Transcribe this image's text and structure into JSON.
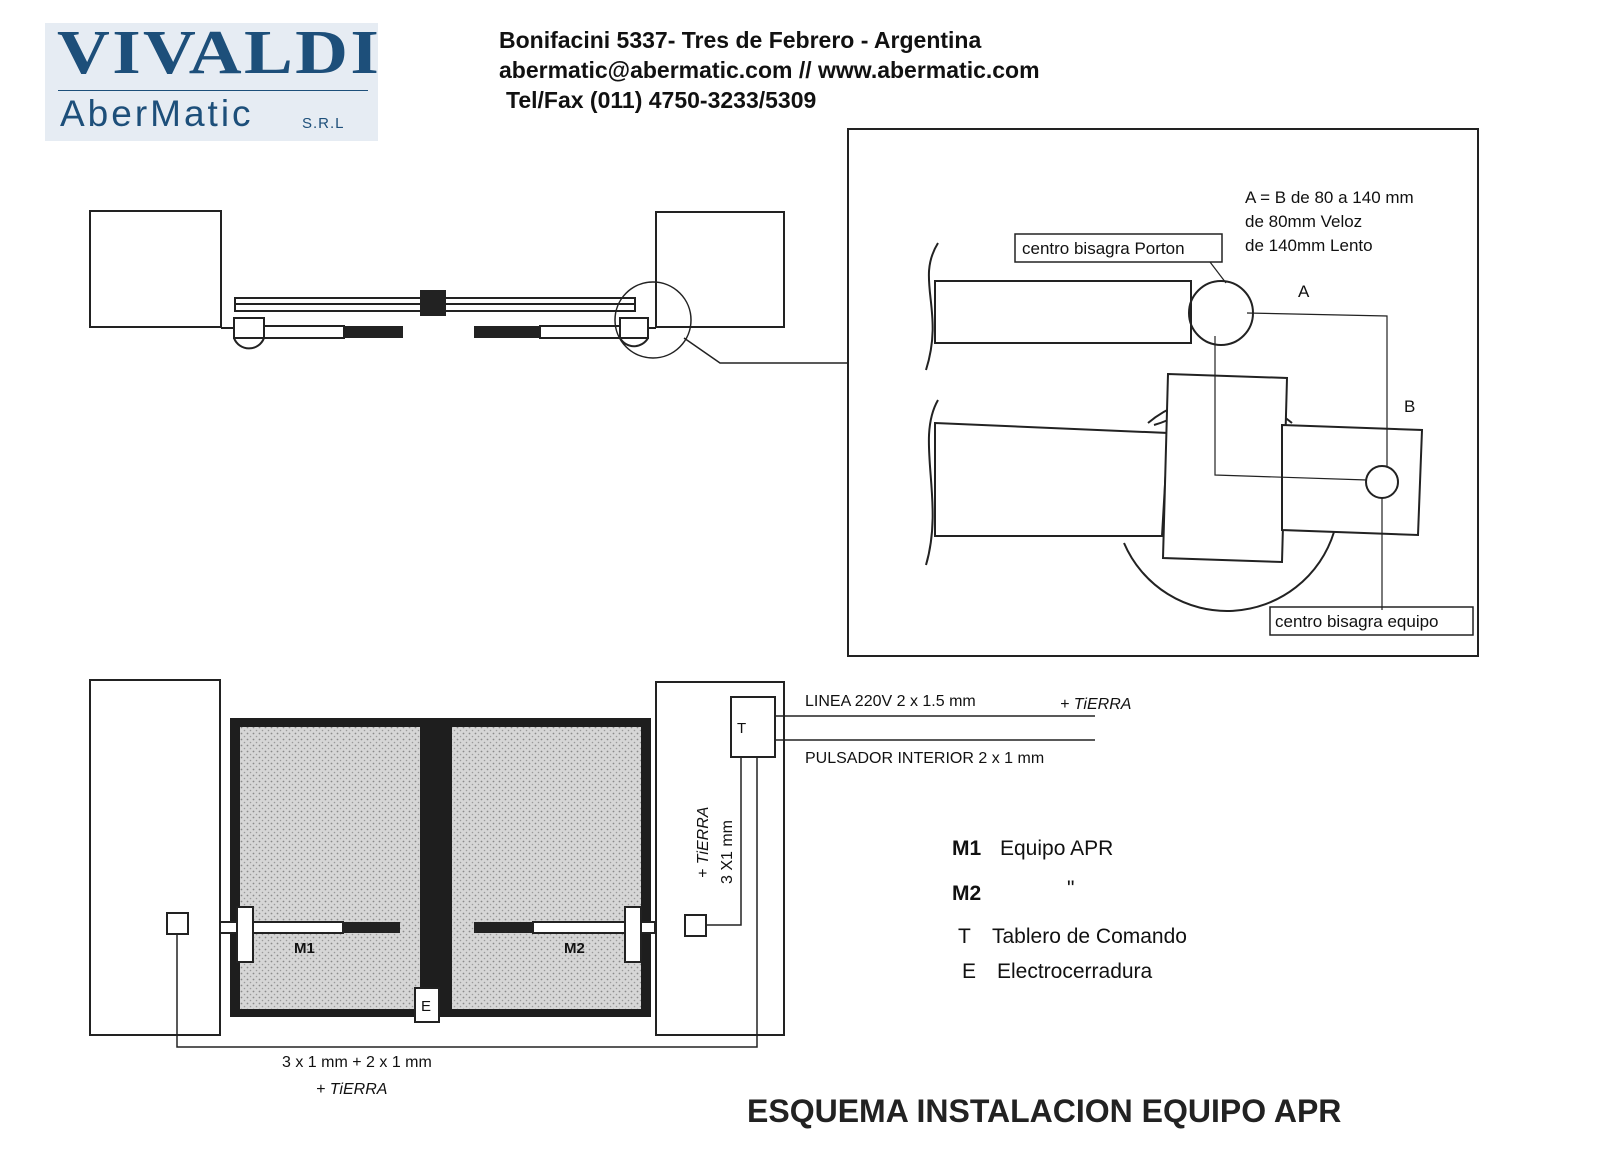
{
  "logo": {
    "main": "VIVALDI",
    "sub": "AberMatic",
    "suffix": "S.R.L"
  },
  "header": {
    "address": "Bonifacini 5337- Tres de Febrero - Argentina",
    "contact": "abermatic@abermatic.com // www.abermatic.com",
    "phone": "Tel/Fax (011) 4750-3233/5309"
  },
  "detail": {
    "dimension_note_1": "A = B de 80 a 140 mm",
    "dimension_note_2": "de 80mm Veloz",
    "dimension_note_3": "de 140mm Lento",
    "label_gate_hinge": "centro bisagra Porton",
    "label_unit_hinge": "centro bisagra equipo",
    "label_a": "A",
    "label_b": "B"
  },
  "wiring": {
    "line_label": "LINEA  220V 2 x 1.5 mm",
    "line_ground": "+ TiERRA",
    "button_label": "PULSADOR INTERIOR 2 x 1 mm",
    "vertical_cable": "3 X1 mm",
    "vertical_ground": "+ TiERRA",
    "bottom_cable": "3 x 1 mm  +  2 x 1 mm",
    "bottom_ground": "+ TiERRA",
    "box_t": "T",
    "box_e": "E",
    "motor_1": "M1",
    "motor_2": "M2"
  },
  "legend": [
    {
      "code": "M1",
      "desc": "Equipo APR"
    },
    {
      "code": "M2",
      "desc": "\""
    },
    {
      "code": "T",
      "desc": "Tablero de Comando"
    },
    {
      "code": "E",
      "desc": "Electrocerradura"
    }
  ],
  "title": "ESQUEMA INSTALACION EQUIPO APR",
  "colors": {
    "logo_blue": "#1d4f7a",
    "logo_bg": "#e6ecf3",
    "line": "#222222",
    "gate_fill": "#c9c9c9"
  }
}
